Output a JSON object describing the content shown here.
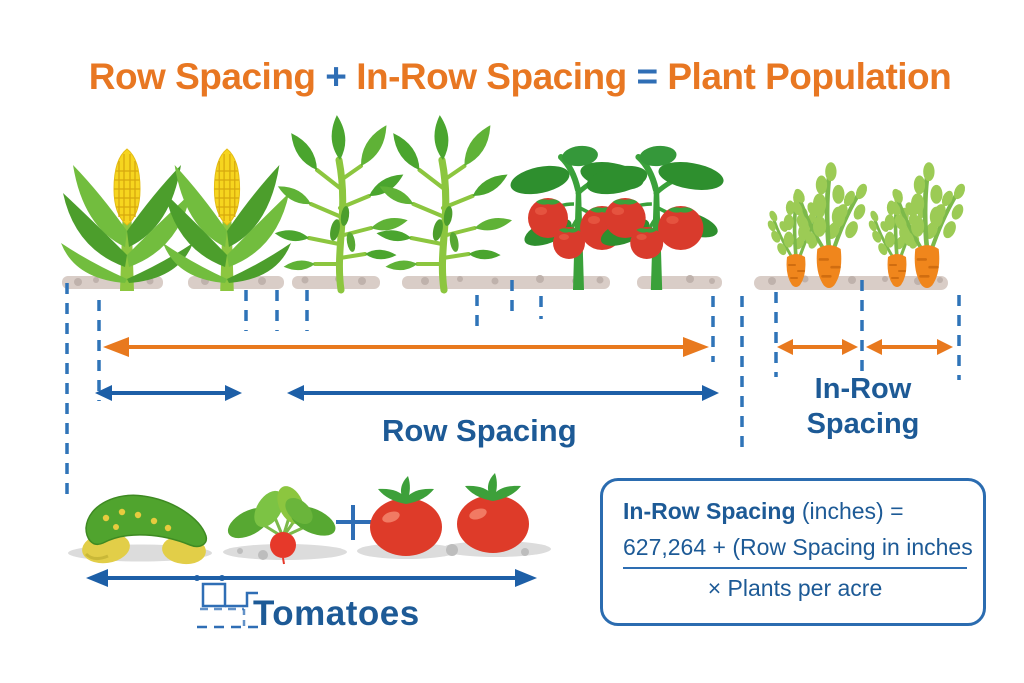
{
  "title": {
    "segments": [
      {
        "text": "Row Spacing",
        "color": "orange"
      },
      {
        "text": " + ",
        "color": "blue"
      },
      {
        "text": "In-Row Spacing",
        "color": "orange"
      },
      {
        "text": " = ",
        "color": "blue"
      },
      {
        "text": "Plant Population",
        "color": "orange"
      }
    ]
  },
  "labels": {
    "row_spacing": "Row Spacing",
    "in_row_spacing_line1": "In-Row",
    "in_row_spacing_line2": "Spacing",
    "bottom_caption": "Tomatoes"
  },
  "formula": {
    "heading_bold": "In-Row Spacing",
    "heading_rest": " (inches) =",
    "numerator": "627,264 + (Row Spacing in inches",
    "denominator": "× Plants per acre"
  },
  "colors": {
    "background": "#FFFFFF",
    "accent_orange": "#E87722",
    "accent_blue": "#1D5A96",
    "plus_equals_blue": "#2F6EB5",
    "guide_dash_blue": "#2F74B8",
    "arrow_orange": "#E8791E",
    "corn_yellow": "#F6D51F",
    "leaf_green_light": "#72BD3E",
    "leaf_green_dark": "#4C9E2C",
    "stem_green": "#8CC63F",
    "tomato_red": "#D93B2C",
    "carrot_orange": "#F0861C",
    "soil_gray": "#D9CDC7",
    "formula_border": "#2B6CB0"
  },
  "icons": {
    "plants_row": [
      "corn-plant-icon",
      "corn-plant-icon",
      "bean-plant-icon",
      "bean-plant-icon",
      "tomato-plant-icon",
      "tomato-plant-icon",
      "carrot-group-icon",
      "carrot-group-icon"
    ],
    "bottom_row": [
      "cucumber-icon",
      "radish-icon",
      "plus-icon",
      "tomato-icon",
      "tomato-icon"
    ]
  }
}
